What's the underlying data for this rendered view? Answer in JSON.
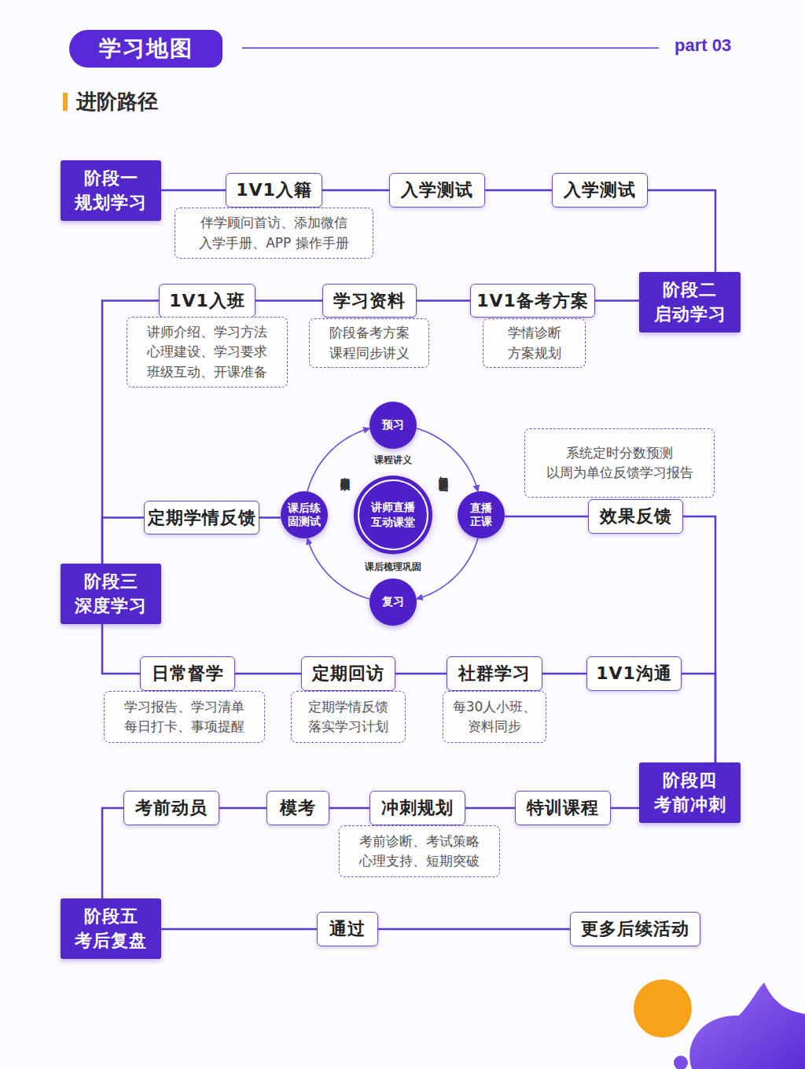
{
  "diagram": {
    "title": "学习地图",
    "nodes": [
      {
        "text": [
          "阶段一 规划学习"
        ]
      },
      {
        "text": [
          "1V1入籍"
        ]
      },
      {
        "text": [
          "伴学顾问首访、添加微信 入学手册、APP 操作手册"
        ]
      },
      {
        "text": [
          "入学测试"
        ]
      },
      {
        "text": [
          "入学测试"
        ]
      },
      {
        "text": [
          "阶段二 启动学习"
        ]
      },
      {
        "text": [
          "1V1备考方案"
        ]
      },
      {
        "text": [
          "学情诊断 方案规划"
        ]
      },
      {
        "text": [
          "学习资料"
        ]
      },
      {
        "text": [
          "阶段备考方案 课程同步讲义"
        ]
      },
      {
        "text": [
          "1V1入班"
        ]
      },
      {
        "text": [
          "讲师介绍、学习方法 心理建设、学习要求 班级互动、开课准备"
        ]
      },
      {
        "text": [
          "定期学情反馈"
        ]
      },
      {
        "text": [
          "预习"
        ]
      },
      {
        "text": [
          "课后练 固测试"
        ]
      },
      {
        "text": [
          "讲师直播 互动课堂"
        ]
      },
      {
        "text": [
          "直播 正课"
        ]
      },
      {
        "text": [
          "复习"
        ]
      },
      {
        "text": [
          "效果反馈"
        ]
      },
      {
        "text": [
          "系统定时分数预测 以周为单位反馈学习报告"
        ]
      },
      {
        "text": [
          "阶段三 深度学习"
        ]
      },
      {
        "text": [
          "日常督学"
        ]
      },
      {
        "text": [
          "学习报告、学习清单 每日打卡、事项提醒"
        ]
      },
      {
        "text": [
          "定期回访"
        ]
      },
      {
        "text": [
          "定期学情反馈 落实学习计划"
        ]
      },
      {
        "text": [
          "社群学习"
        ]
      },
      {
        "text": [
          "每30人小班、 资料同步"
        ]
      },
      {
        "text": [
          "1V1沟通"
        ]
      },
      {
        "text": [
          "阶段四 考前冲刺"
        ]
      },
      {
        "text": [
          "特训课程"
        ]
      },
      {
        "text": [
          "冲刺规划"
        ]
      },
      {
        "text": [
          "考前诊断、考试策略 心理支持、短期突破"
        ]
      },
      {
        "text": [
          "模考"
        ]
      },
      {
        "text": [
          "考前动员"
        ]
      },
      {
        "text": [
          "阶段五 考后复盘"
        ]
      },
      {
        "text": [
          "通过"
        ]
      },
      {
        "text": [
          "更多后续活动"
        ]
      }
    ],
    "edges": [
      {
        "from": 0,
        "to": 1,
        "arrow": "none"
      },
      {
        "from": 1,
        "to": 3,
        "arrow": "none"
      },
      {
        "from": 3,
        "to": 4,
        "arrow": "none"
      },
      {
        "from": 4,
        "to": 5,
        "arrow": "none"
      },
      {
        "from": 5,
        "to": 6,
        "arrow": "none"
      },
      {
        "from": 6,
        "to": 8,
        "arrow": "none"
      },
      {
        "from": 8,
        "to": 10,
        "arrow": "none"
      },
      {
        "from": 10,
        "to": 20,
        "arrow": "none"
      },
      {
        "from": 20,
        "to": 12,
        "arrow": "none"
      },
      {
        "from": 12,
        "to": 14,
        "arrow": "none"
      },
      {
        "from": 16,
        "to": 18,
        "arrow": "none"
      },
      {
        "from": 18,
        "to": 28,
        "arrow": "none"
      },
      {
        "from": 20,
        "to": 21,
        "arrow": "none"
      },
      {
        "from": 21,
        "to": 23,
        "arrow": "none"
      },
      {
        "from": 23,
        "to": 25,
        "arrow": "none"
      },
      {
        "from": 25,
        "to": 27,
        "arrow": "none"
      },
      {
        "from": 27,
        "to": 28,
        "arrow": "none"
      },
      {
        "from": 28,
        "to": 29,
        "arrow": "none"
      },
      {
        "from": 29,
        "to": 30,
        "arrow": "none"
      },
      {
        "from": 30,
        "to": 32,
        "arrow": "none"
      },
      {
        "from": 32,
        "to": 33,
        "arrow": "none"
      },
      {
        "from": 33,
        "to": 34,
        "arrow": "none"
      },
      {
        "from": 34,
        "to": 35,
        "arrow": "none"
      },
      {
        "from": 35,
        "to": 36,
        "arrow": "none"
      },
      {
        "from": 13,
        "to": 16,
        "arrow": "to"
      },
      {
        "from": 16,
        "to": 17,
        "arrow": "to"
      },
      {
        "from": 17,
        "to": 14,
        "arrow": "to"
      },
      {
        "from": 14,
        "to": 13,
        "arrow": "to"
      }
    ],
    "labels": [
      "part 03",
      "进阶路径",
      "课程讲义",
      "知识精讲夯实基础",
      "课后梳理巩固",
      "定期检测学习效果"
    ]
  }
}
